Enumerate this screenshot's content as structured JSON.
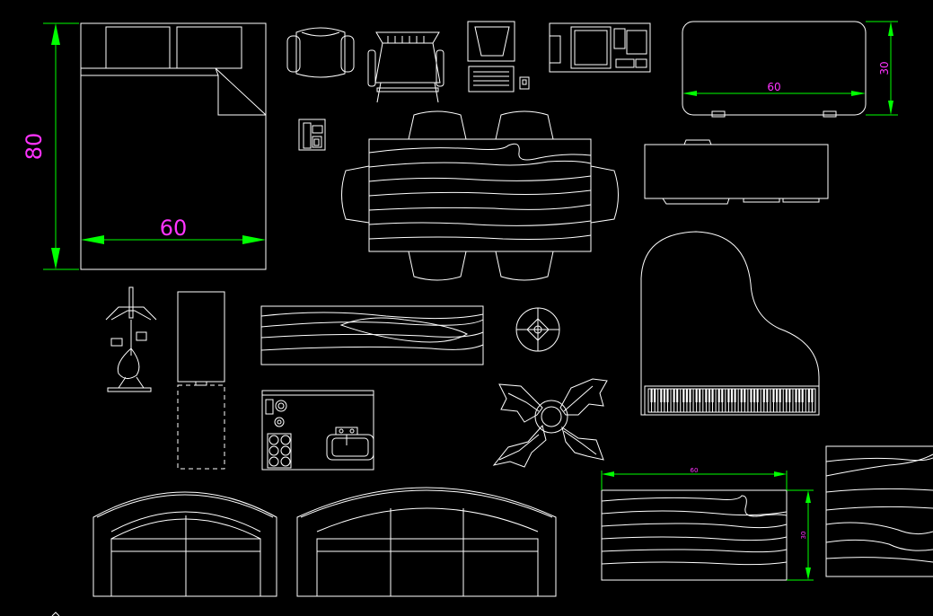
{
  "colors": {
    "background": "#000000",
    "linework": "#ffffff",
    "dimension_lines": "#00ff00",
    "dimension_text": "#ff33ff"
  },
  "dimensions": {
    "bed_height": "80",
    "bed_width": "60",
    "sideboard_width": "60",
    "sideboard_depth": "30",
    "panel_width": "60",
    "panel_depth": "30"
  }
}
